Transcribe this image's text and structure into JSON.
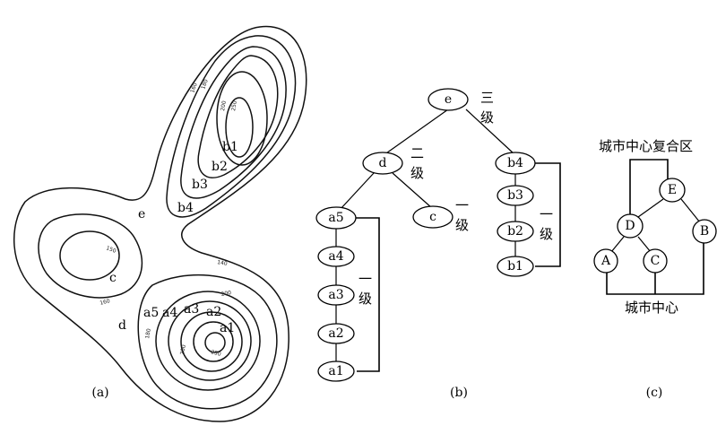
{
  "panel_a": {
    "caption": "(a)",
    "contour_labels": [
      "160",
      "180",
      "200",
      "250",
      "150",
      "140",
      "200",
      "160",
      "180",
      "200",
      "250"
    ],
    "point_labels": [
      "b1",
      "b2",
      "b3",
      "b4",
      "e",
      "c",
      "d",
      "a5",
      "a4",
      "a3",
      "a2",
      "a1"
    ]
  },
  "panel_b": {
    "caption": "(b)",
    "nodes": [
      "e",
      "d",
      "b4",
      "a5",
      "c",
      "b3",
      "b2",
      "b1",
      "a4",
      "a3",
      "a2",
      "a1"
    ],
    "level_labels": {
      "third": [
        "三",
        "级"
      ],
      "second": [
        "二",
        "级"
      ],
      "first_c": [
        "一",
        "级"
      ],
      "first_b": [
        "一",
        "级"
      ],
      "first_a": [
        "一",
        "级"
      ]
    }
  },
  "panel_c": {
    "caption": "(c)",
    "nodes": [
      "E",
      "D",
      "B",
      "A",
      "C"
    ],
    "top_label": "城市中心复合区",
    "bottom_label": "城市中心"
  }
}
